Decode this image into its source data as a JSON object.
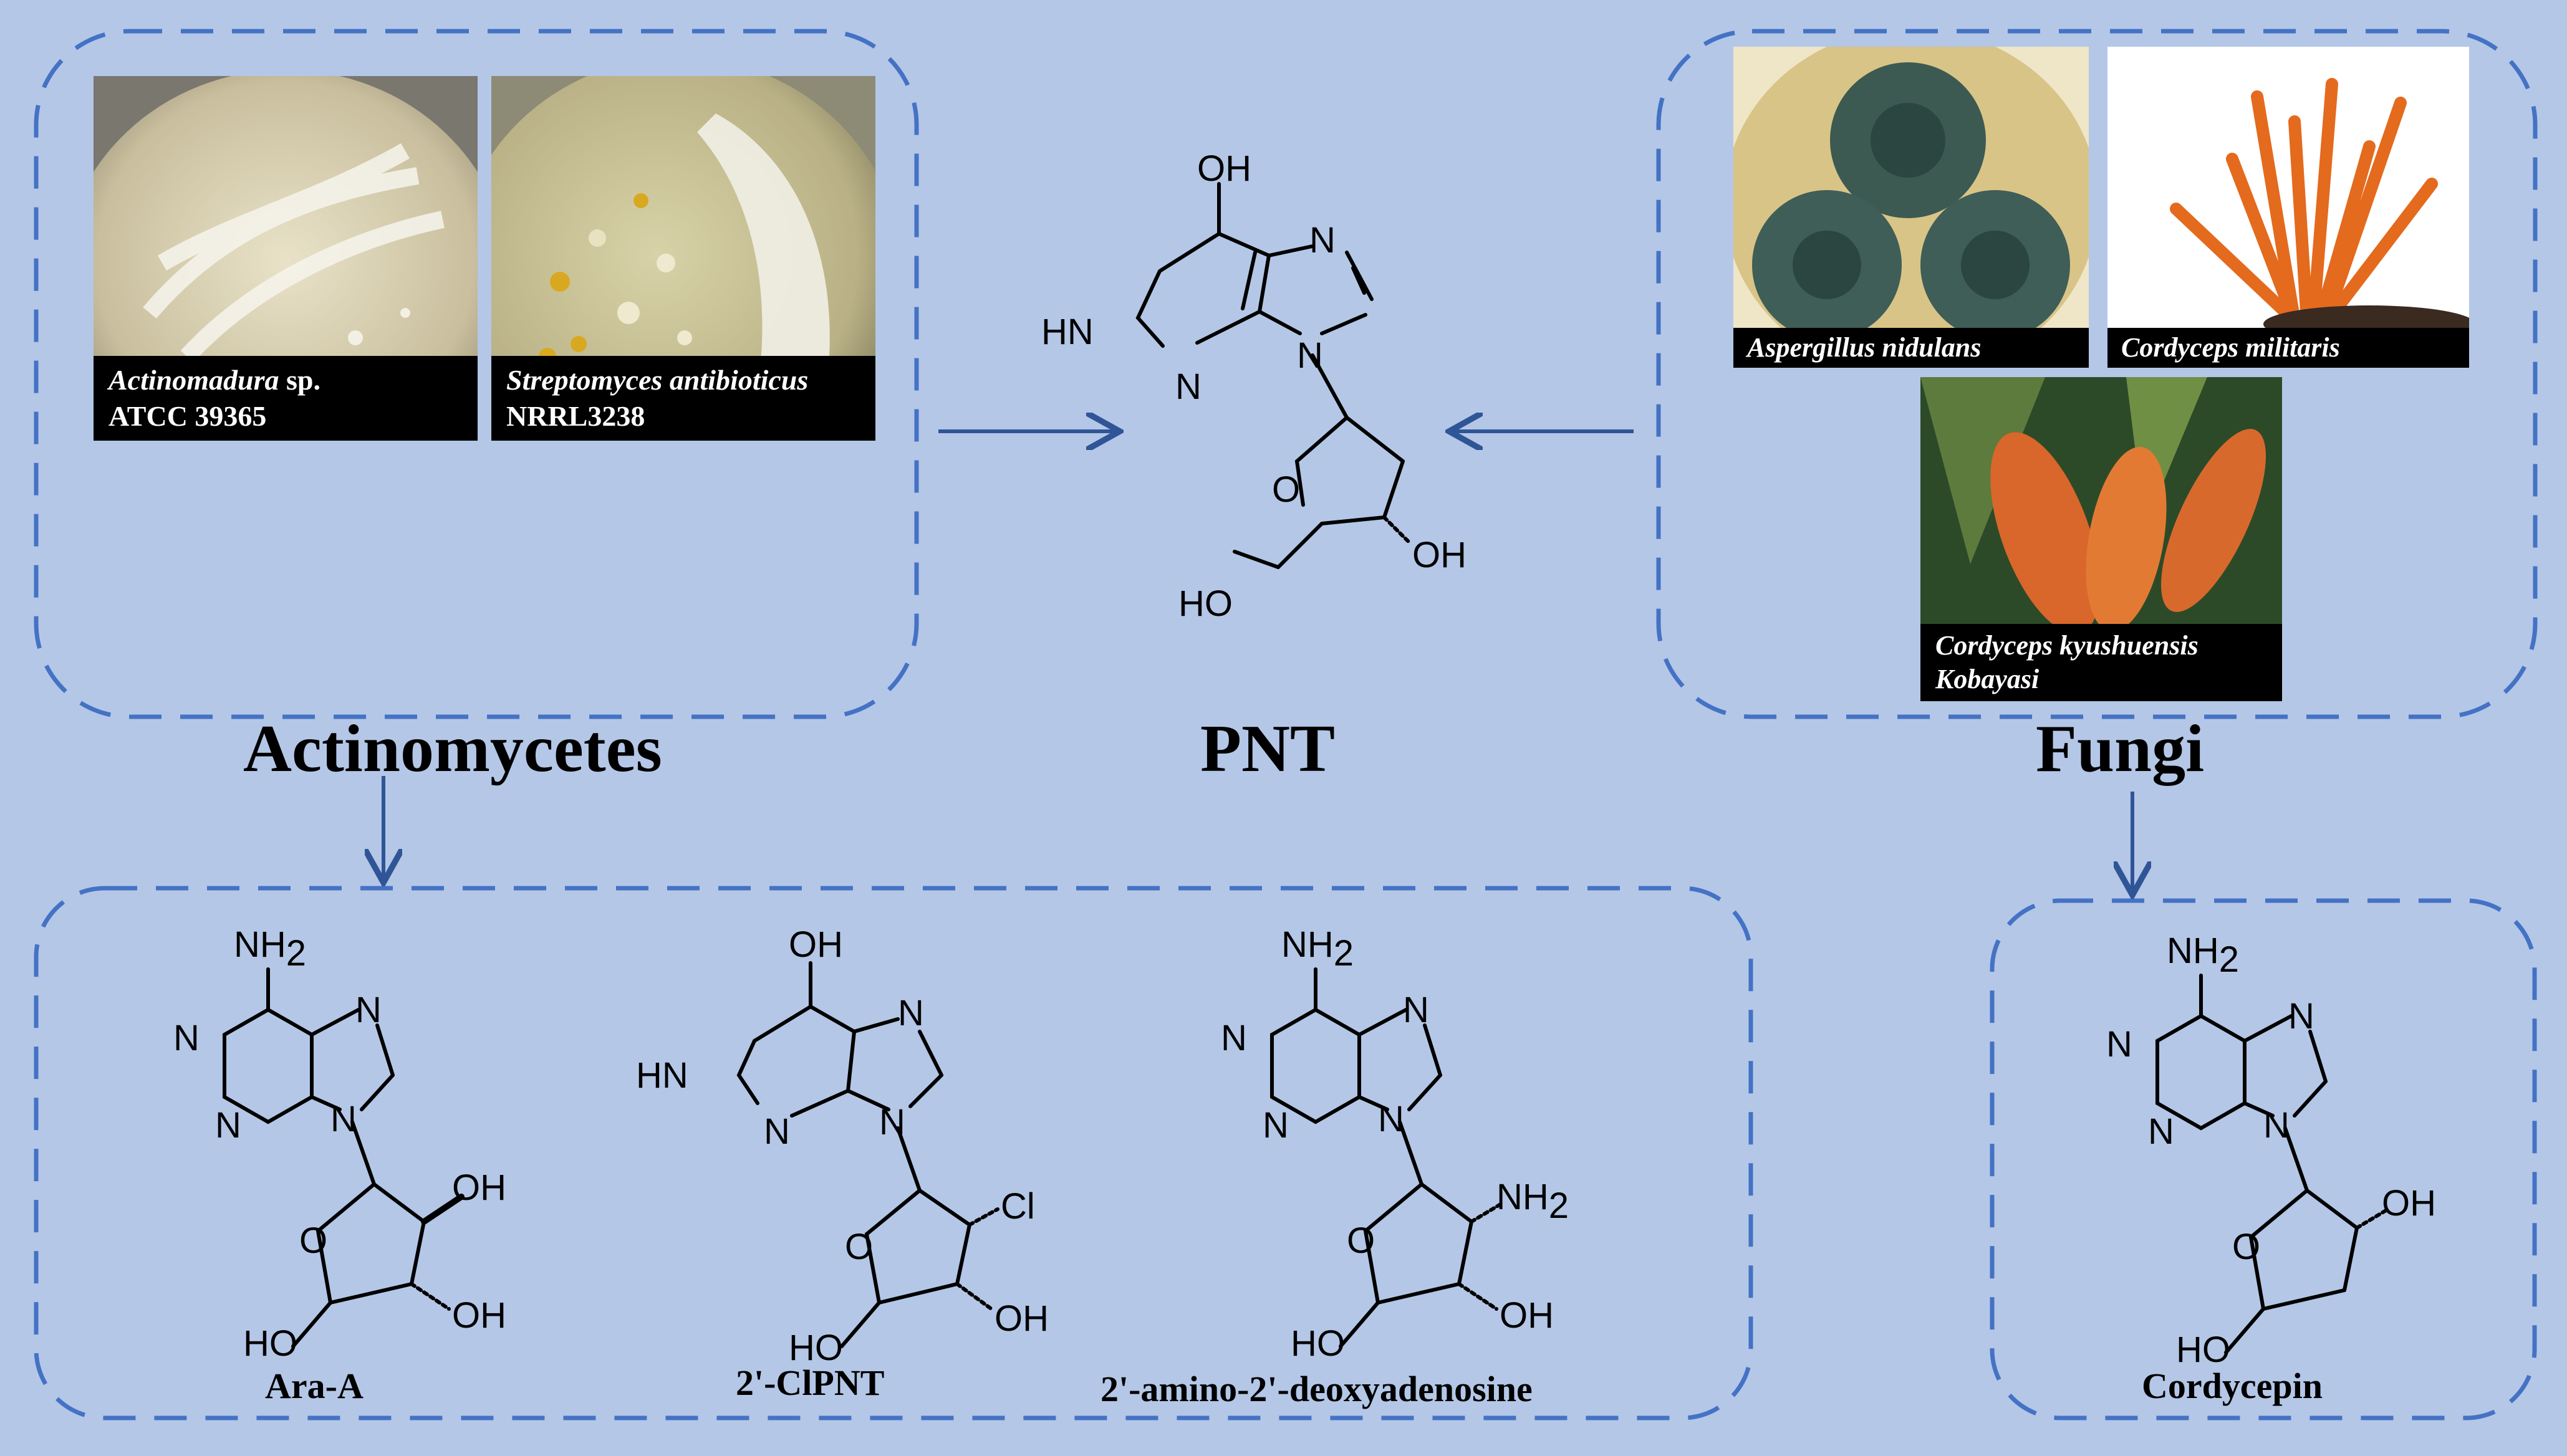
{
  "colors": {
    "background": "#b4c7e7",
    "dashed_box": "#4472c4",
    "arrow": "#2f5597",
    "caption_bg": "#000000",
    "caption_text": "#ffffff"
  },
  "sources": {
    "actinomycetes": {
      "label": "Actinomycetes",
      "photos": [
        {
          "species": "Actinomadura",
          "species_suffix": " sp.",
          "strain": "ATCC 39365"
        },
        {
          "species": "Streptomyces antibioticus",
          "strain": "NRRL3238"
        }
      ]
    },
    "fungi": {
      "label": "Fungi",
      "photos": [
        {
          "species": "Aspergillus nidulans"
        },
        {
          "species": "Cordyceps militaris"
        },
        {
          "species": "Cordyceps kyushuensis",
          "species_line2": "Kobayasi"
        }
      ]
    }
  },
  "center": {
    "label": "PNT",
    "atoms": {
      "oh_top": "OH",
      "n1": "N",
      "hn": "HN",
      "n2": "N",
      "n3": "N",
      "o": "O",
      "oh_right": "OH",
      "ho": "HO"
    }
  },
  "actinomycetes_products": [
    {
      "label": "Ara-A",
      "atoms": {
        "nh2": "NH",
        "sub": "2",
        "n1": "N",
        "n2": "N",
        "n3": "N",
        "n4": "N",
        "o": "O",
        "oh1": "OH",
        "oh2": "OH",
        "ho": "HO"
      }
    },
    {
      "label": "2'-ClPNT",
      "atoms": {
        "oh_top": "OH",
        "hn": "HN",
        "n1": "N",
        "n2": "N",
        "n3": "N",
        "o": "O",
        "cl": "Cl",
        "oh": "OH",
        "ho": "HO"
      }
    },
    {
      "label": "2'-amino-2'-deoxyadenosine",
      "atoms": {
        "nh2": "NH",
        "sub": "2",
        "n1": "N",
        "n2": "N",
        "n3": "N",
        "n4": "N",
        "o": "O",
        "nh2b": "NH",
        "subb": "2",
        "oh": "OH",
        "ho": "HO"
      }
    }
  ],
  "fungi_products": [
    {
      "label": "Cordycepin",
      "atoms": {
        "nh2": "NH",
        "sub": "2",
        "n1": "N",
        "n2": "N",
        "n3": "N",
        "n4": "N",
        "o": "O",
        "oh": "OH",
        "ho": "HO"
      }
    }
  ]
}
